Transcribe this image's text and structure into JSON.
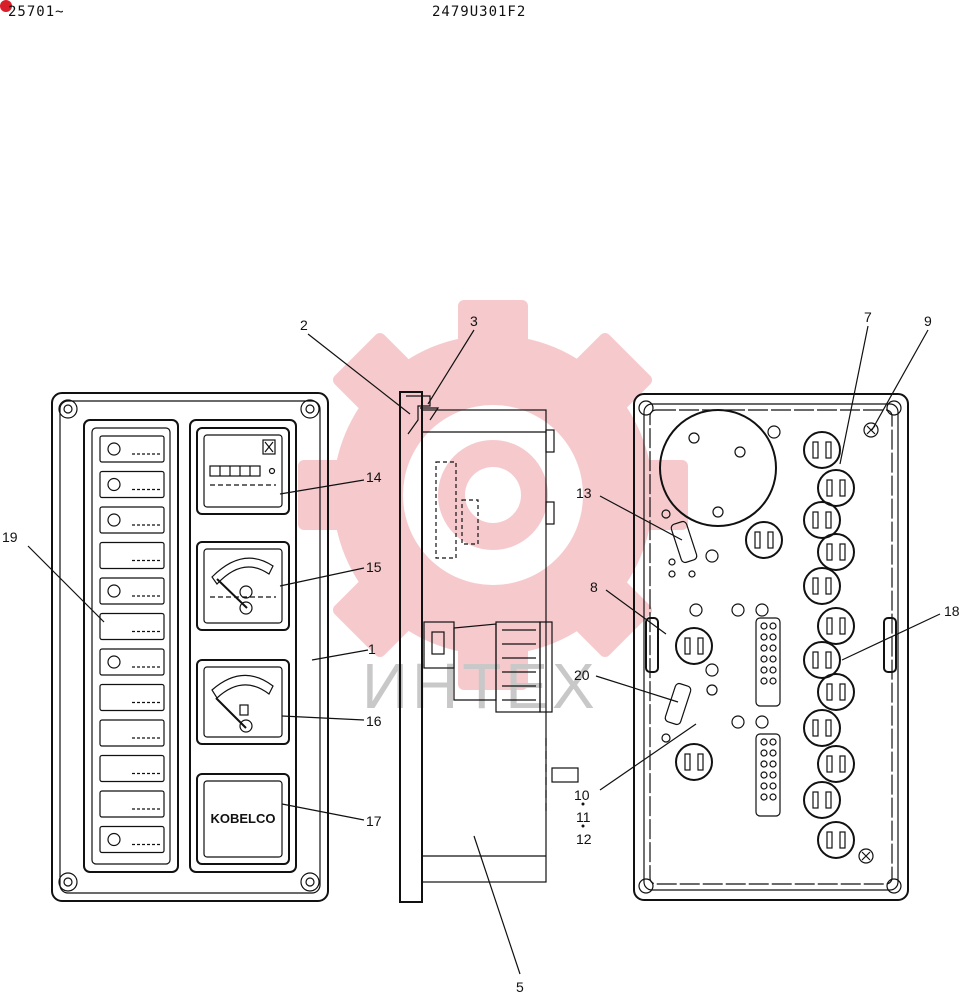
{
  "header": {
    "serial_range": "25701~",
    "part_number": "2479U301F2"
  },
  "watermark": {
    "text": "ИНТЕХ",
    "gear_color": "#f3b9bd",
    "text_color": "#c8c8c8"
  },
  "front_panel": {
    "logo_text": "KOBELCO"
  },
  "callouts": {
    "c1": "1",
    "c2": "2",
    "c3": "3",
    "c5": "5",
    "c7": "7",
    "c8": "8",
    "c9": "9",
    "c10": "10",
    "c11": "11",
    "c12": "12",
    "c13": "13",
    "c14": "14",
    "c15": "15",
    "c16": "16",
    "c17": "17",
    "c18": "18",
    "c19": "19",
    "c20": "20"
  },
  "colors": {
    "ink": "#111111",
    "marker_red": "#d81e2a"
  }
}
